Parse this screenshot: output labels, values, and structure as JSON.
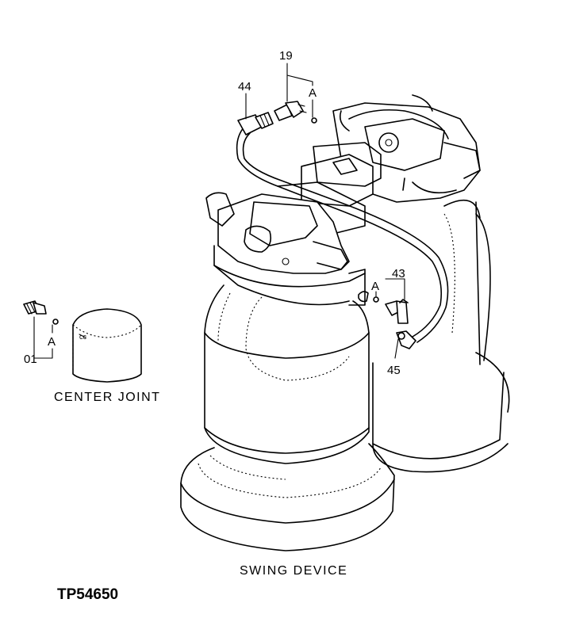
{
  "callouts": {
    "n19": "19",
    "n44": "44",
    "n43": "43",
    "n45": "45",
    "n01": "01",
    "a_top": "A",
    "a_right": "A",
    "a_left": "A"
  },
  "captions": {
    "center_joint": "CENTER JOINT",
    "swing_device": "SWING DEVICE"
  },
  "figure_code": "TP54650"
}
